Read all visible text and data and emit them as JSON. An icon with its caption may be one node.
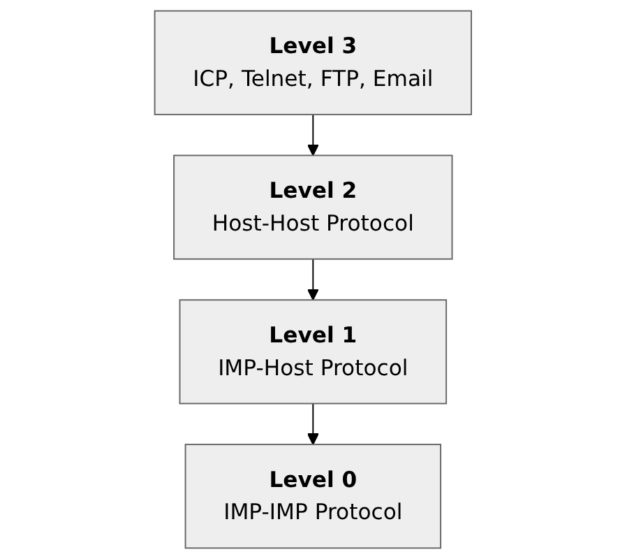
{
  "diagram": {
    "nodes": [
      {
        "text": [
          "Level 3",
          "ICP, Telnet, FTP, Email"
        ]
      },
      {
        "text": [
          "Level 2",
          "Host-Host Protocol"
        ]
      },
      {
        "text": [
          "Level 1",
          "IMP-Host Protocol"
        ]
      },
      {
        "text": [
          "Level 0",
          "IMP-IMP Protocol"
        ]
      }
    ],
    "edges": [
      {
        "from": 0,
        "to": 1,
        "arrow": "to"
      },
      {
        "from": 1,
        "to": 2,
        "arrow": "to"
      },
      {
        "from": 2,
        "to": 3,
        "arrow": "to"
      }
    ]
  }
}
